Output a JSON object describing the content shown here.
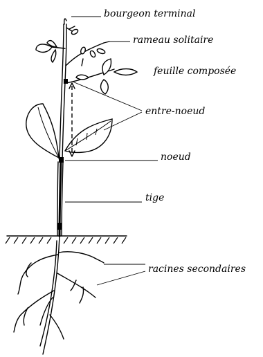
{
  "labels": {
    "bourgeon_terminal": "bourgeon terminal",
    "rameau_solitaire": "rameau solitaire",
    "feuille_composee": "feuille composée",
    "entre_noeud": "entre-noeud",
    "noeud": "noeud",
    "tige": "tige",
    "racines_secondaires": "racines secondaires"
  }
}
